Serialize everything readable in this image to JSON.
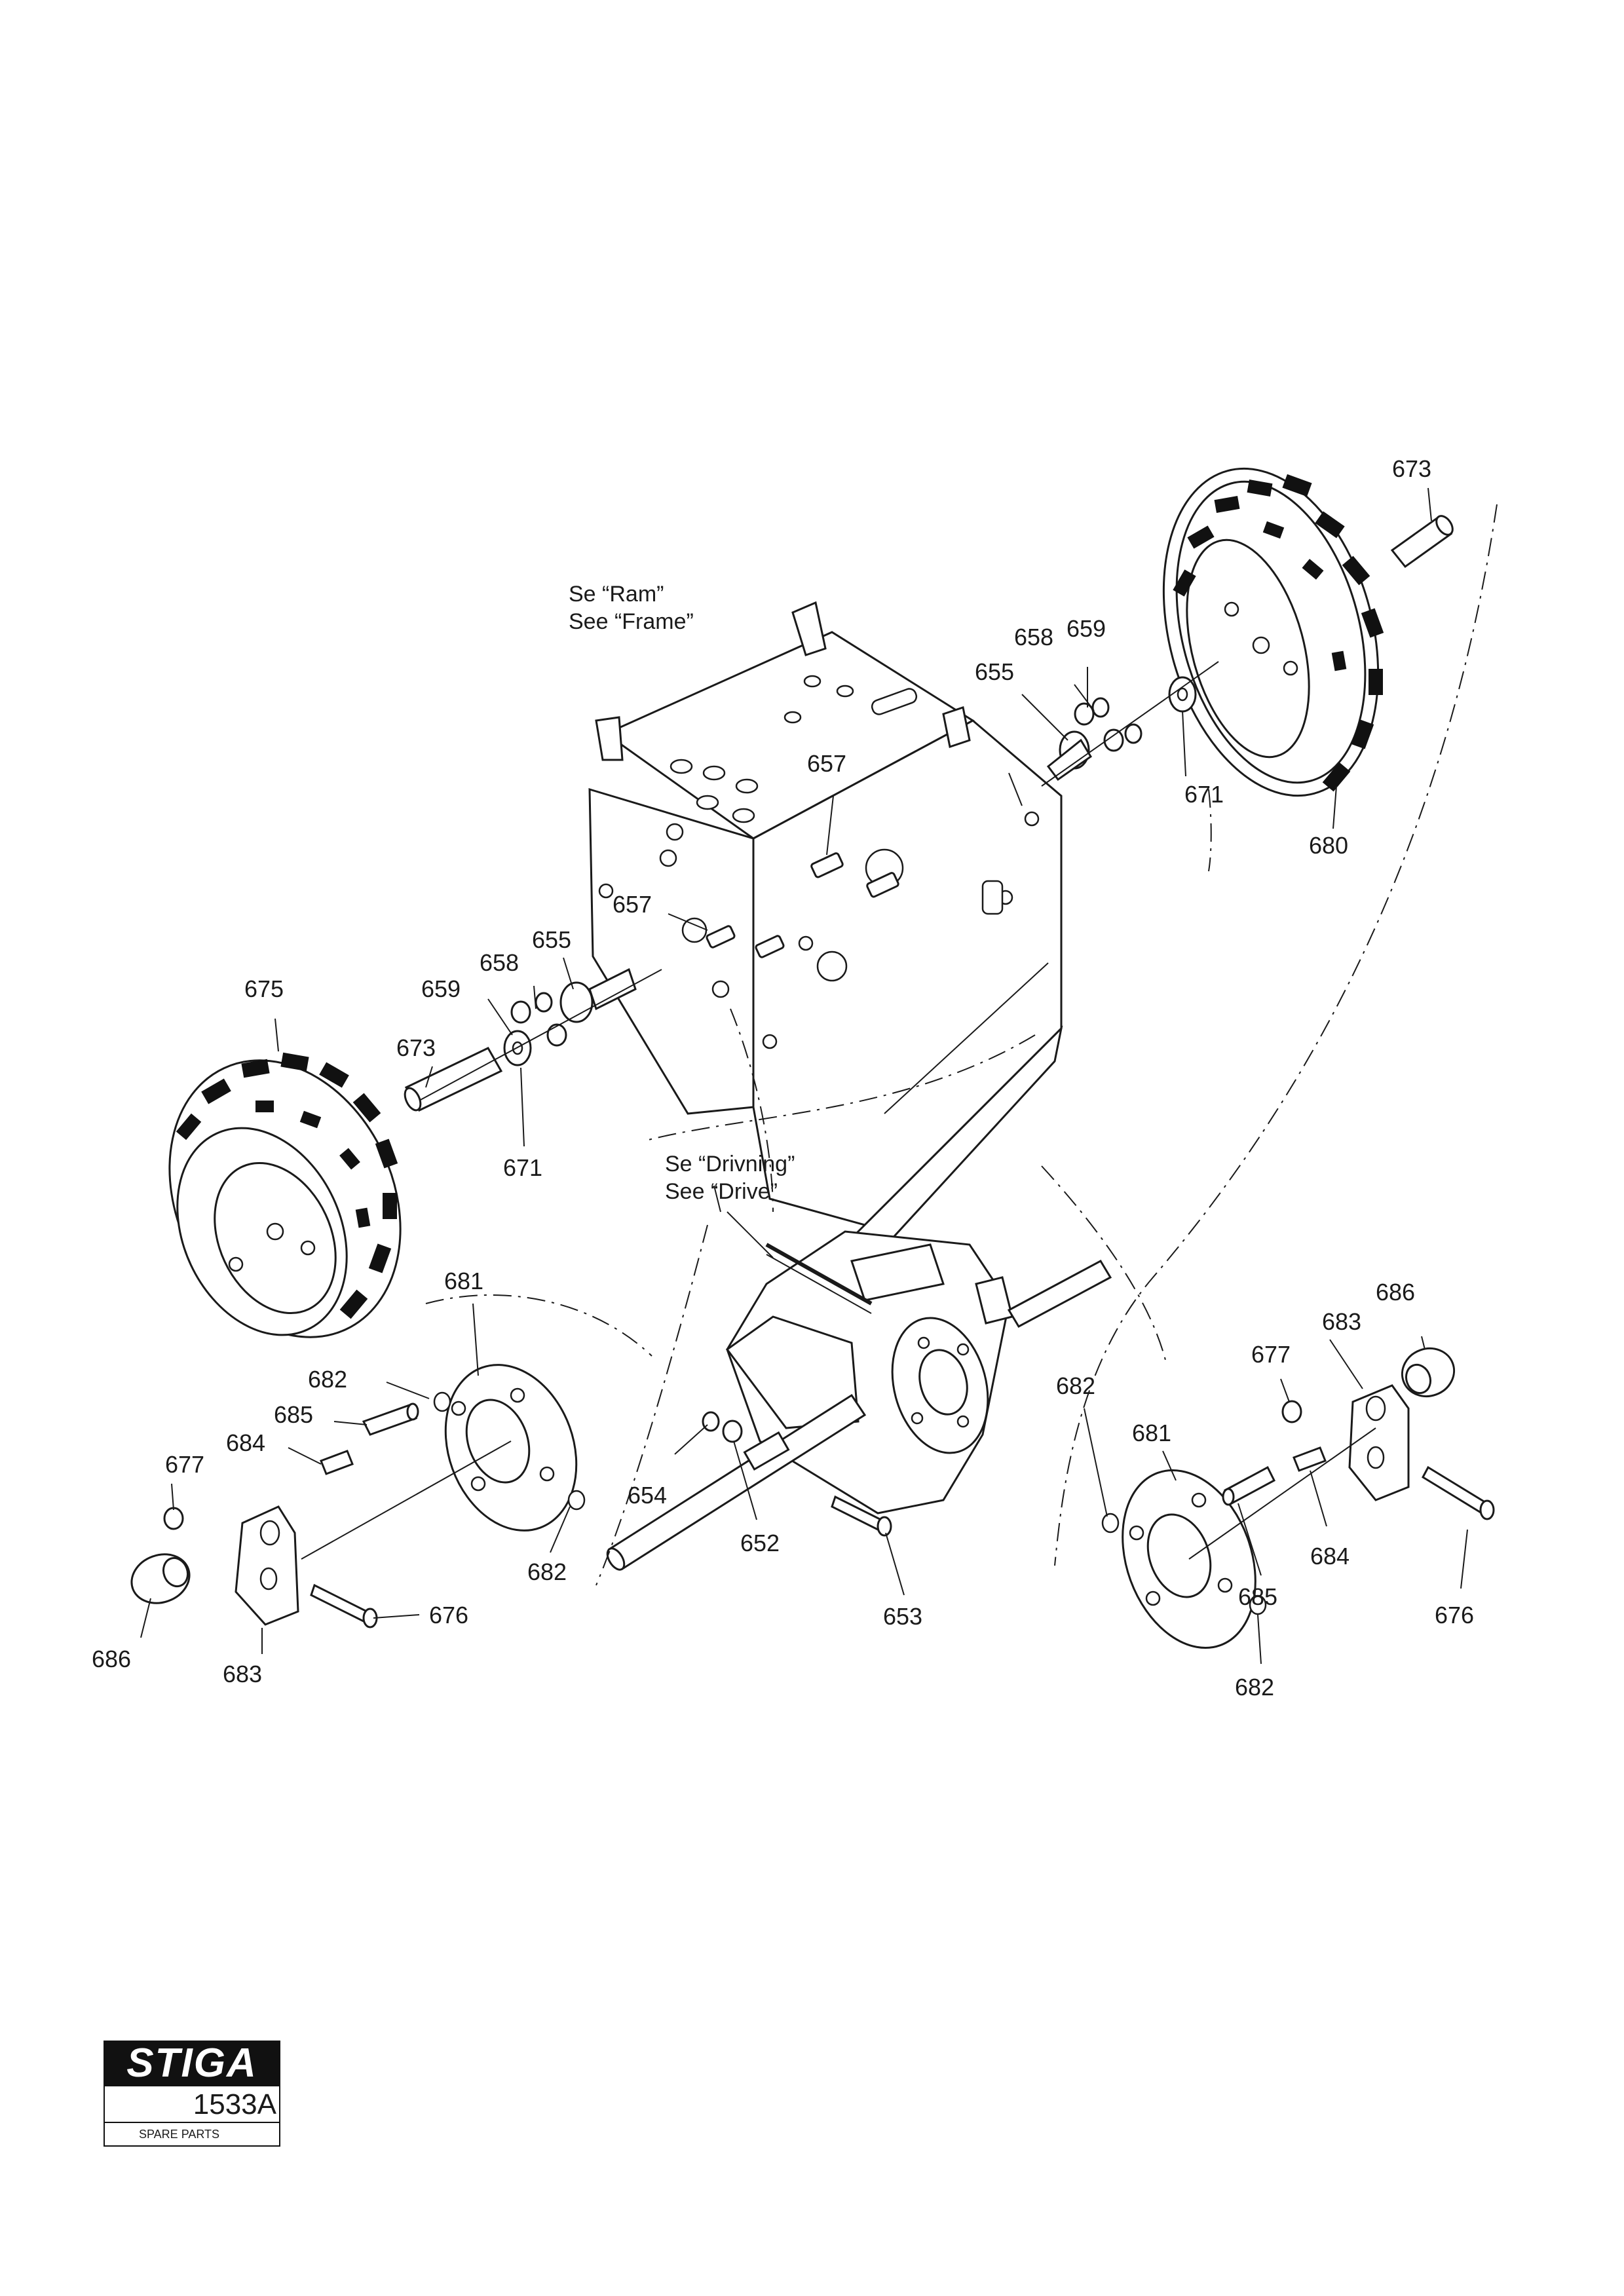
{
  "references": {
    "frame": {
      "line1": "Se “Ram”",
      "line2": "See “Frame”"
    },
    "drive": {
      "line1": "Se “Drivning”",
      "line2": "See “Drive”"
    }
  },
  "callouts": {
    "c673a": "673",
    "c658a": "658",
    "c659a": "659",
    "c655a": "655",
    "c657a": "657",
    "c671a": "671",
    "c680": "680",
    "c657b": "657",
    "c655b": "655",
    "c675": "675",
    "c659b": "659",
    "c658b": "658",
    "c673b": "673",
    "c671b": "671",
    "c681a": "681",
    "c682a": "682",
    "c685a": "685",
    "c677a": "677",
    "c684a": "684",
    "c686a": "686",
    "c683a": "683",
    "c676a": "676",
    "c682b": "682",
    "c654": "654",
    "c652": "652",
    "c653": "653",
    "c682c": "682",
    "c677b": "677",
    "c683b": "683",
    "c686b": "686",
    "c681b": "681",
    "c685b": "685",
    "c684b": "684",
    "c676b": "676",
    "c682d": "682"
  },
  "logo": {
    "brand": "STIGA",
    "code": "1533A",
    "caption": "SPARE PARTS"
  }
}
